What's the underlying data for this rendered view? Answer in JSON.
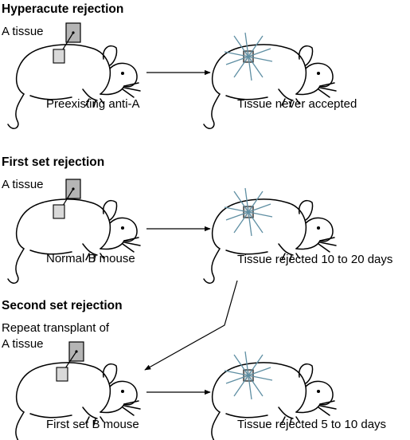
{
  "colors": {
    "ink": "#000000",
    "graft_fill": "#b5b5b5",
    "rejection_lines": "#5f8fa3"
  },
  "panels": [
    {
      "heading": "Hyperacute rejection",
      "donor_label": "A tissue",
      "mouse_label": "Preexisting anti-A",
      "result_label": "Tissue never accepted"
    },
    {
      "heading": "First set rejection",
      "donor_label": "A tissue",
      "mouse_label": "Normal B mouse",
      "result_label": "Tissue rejected 10 to 20 days"
    },
    {
      "heading": "Second set rejection",
      "donor_label_lines": [
        "Repeat transplant of",
        "A tissue"
      ],
      "mouse_label": "First set B mouse",
      "result_label": "Tissue rejected 5 to 10 days"
    }
  ]
}
